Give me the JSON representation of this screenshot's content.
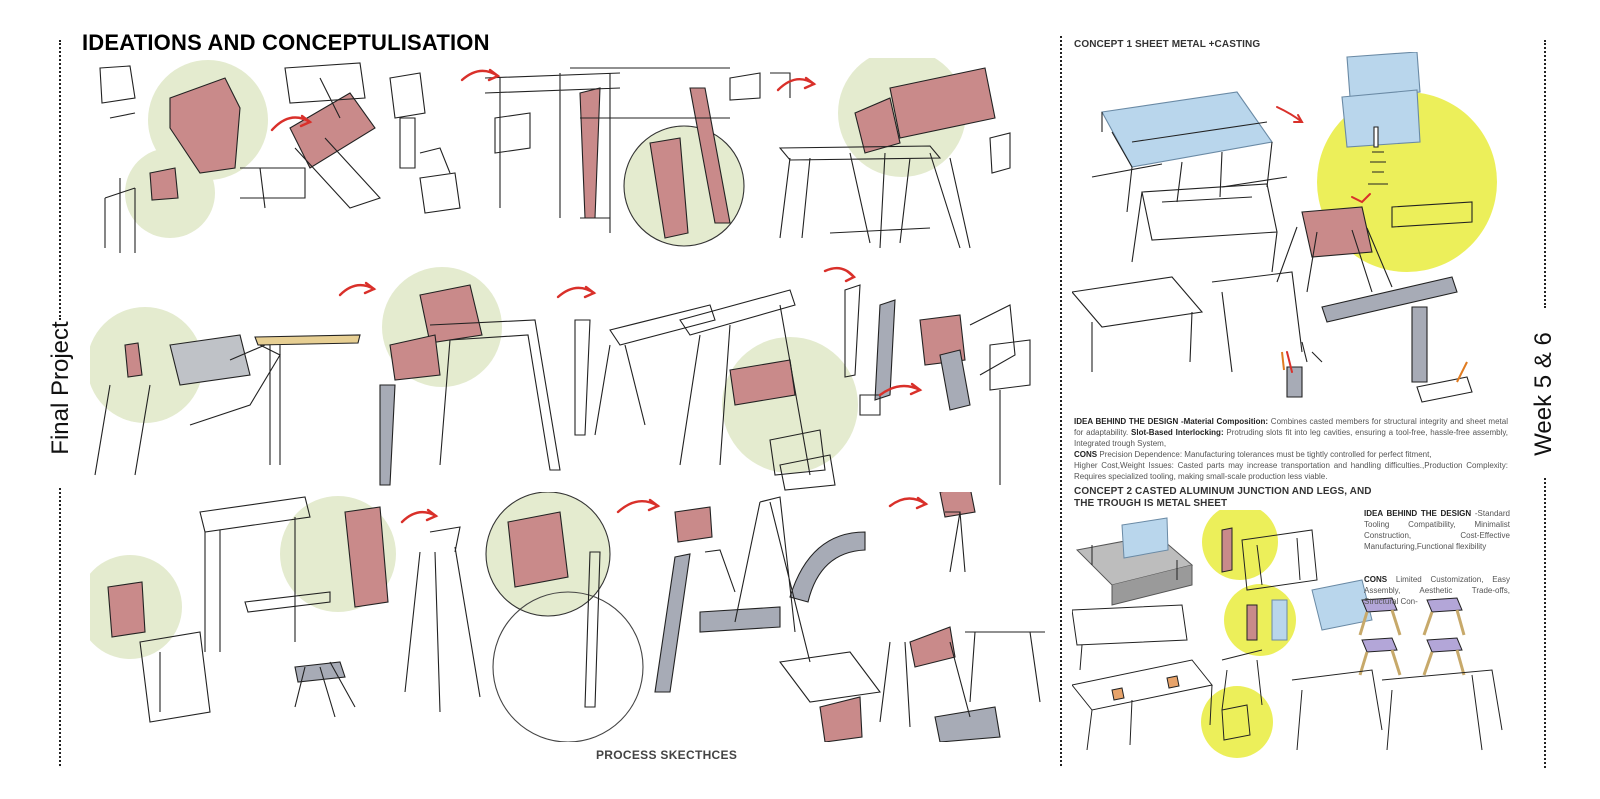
{
  "side_labels": {
    "left": "Final Project",
    "right": "Week 5 & 6"
  },
  "title": "IDEATIONS AND  CONCEPTULISATION",
  "caption": "PROCESS SKECTHCES",
  "concept1": {
    "title": "CONCEPT 1 SHEET METAL +CASTING",
    "idea_label": "IDEA BEHIND THE  DESIGN",
    "idea_material_label": "-Material Composition:",
    "idea_material_text": "Combines casted members for structural integrity and sheet metal for adaptability.",
    "idea_slot_label": "Slot-Based Interlocking:",
    "idea_slot_text": "Protruding slots fit into leg cavities, ensuring a tool-free, hassle-free assembly, Integrated trough System,",
    "cons_label": "CONS",
    "cons_line1": "Precision Dependence: Manufacturing tolerances must be tightly controlled for perfect fitment,",
    "cons_line2": "Higher Cost,Weight Issues: Casted parts may increase transportation and handling difficulties.,Production Complexity: Requires specialized tooling, making small-scale production less viable."
  },
  "concept2": {
    "title_line1": "CONCEPT 2 CASTED  ALUMINUM JUNCTION AND LEGS, AND",
    "title_line2": "THE TROUGH IS METAL SHEET",
    "idea_label": "IDEA BEHIND THE  DESIGN",
    "idea_text": "-Standard Tooling Compatibility, Minimalist Construction, Cost-Effective Manufacturing,Functional flexibility",
    "cons_label": "CONS",
    "cons_text": "Limited Customization, Easy Assembly, Aesthetic Trade-offs, Structural Con-"
  },
  "colors": {
    "accent_red": "#d9302a",
    "joint_pink": "#c98a8a",
    "bubble_green": "#e4ebcf",
    "bubble_yellow": "#ecef5a",
    "glass_blue": "#b9d6ec",
    "leg_grey": "#a7abb6",
    "purple": "#b3a6d8",
    "tan": "#e7cf93"
  }
}
